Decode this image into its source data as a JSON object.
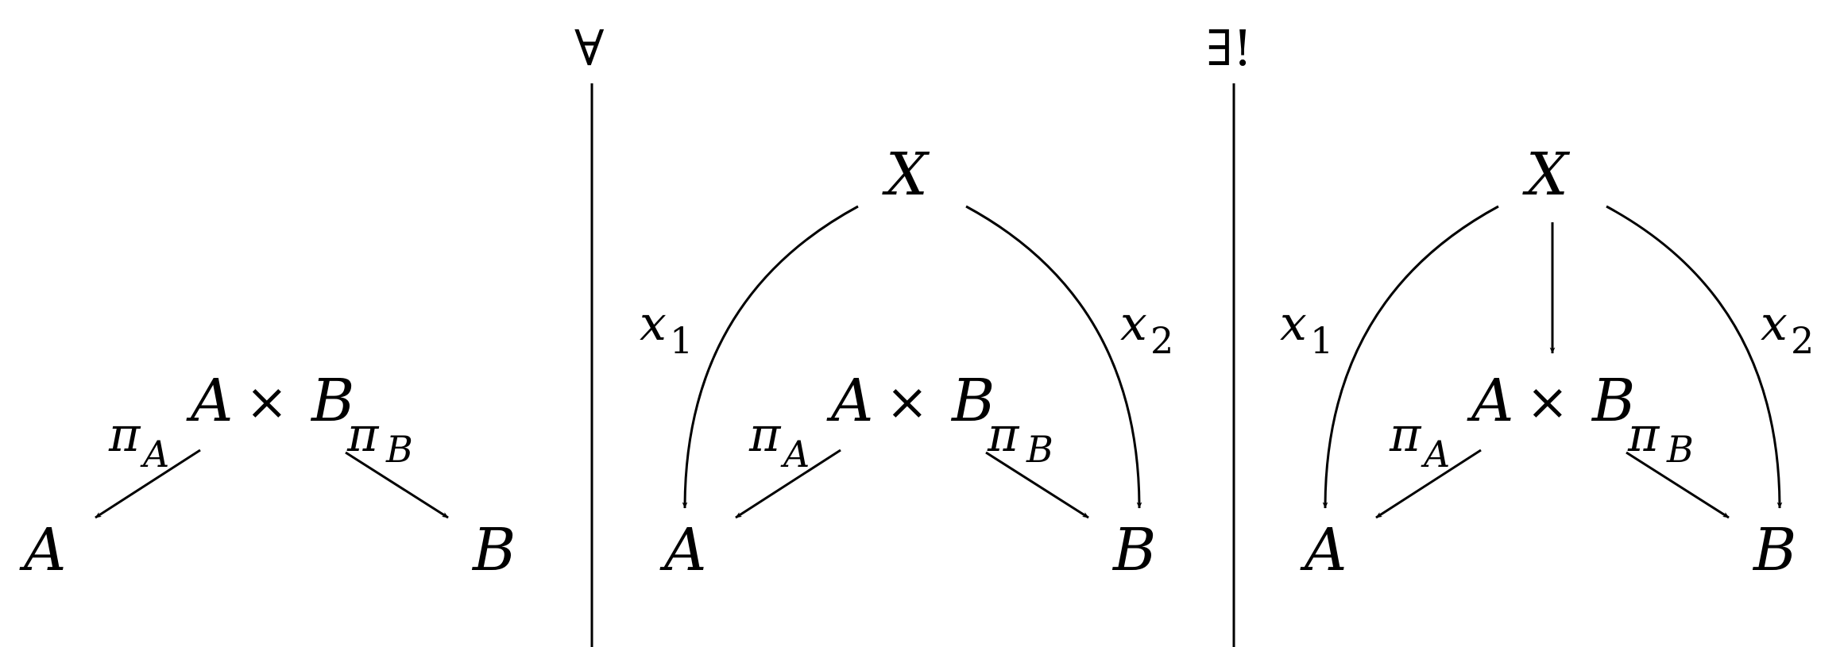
{
  "header": {
    "forall": "∀",
    "exists_unique": "∃!"
  },
  "panels": [
    {
      "product": {
        "A": "A",
        "times": "×",
        "B": "B"
      },
      "A": "A",
      "B": "B",
      "piA": "π",
      "piA_sub": "A",
      "piB": "π",
      "piB_sub": "B"
    },
    {
      "X": "X",
      "x1": "x",
      "x1_sub": "1",
      "x2": "x",
      "x2_sub": "2",
      "product": {
        "A": "A",
        "times": "×",
        "B": "B"
      },
      "A": "A",
      "B": "B",
      "piA": "π",
      "piA_sub": "A",
      "piB": "π",
      "piB_sub": "B"
    },
    {
      "X": "X",
      "x1": "x",
      "x1_sub": "1",
      "x2": "x",
      "x2_sub": "2",
      "product": {
        "A": "A",
        "times": "×",
        "B": "B"
      },
      "A": "A",
      "B": "B",
      "piA": "π",
      "piA_sub": "A",
      "piB": "π",
      "piB_sub": "B"
    }
  ]
}
